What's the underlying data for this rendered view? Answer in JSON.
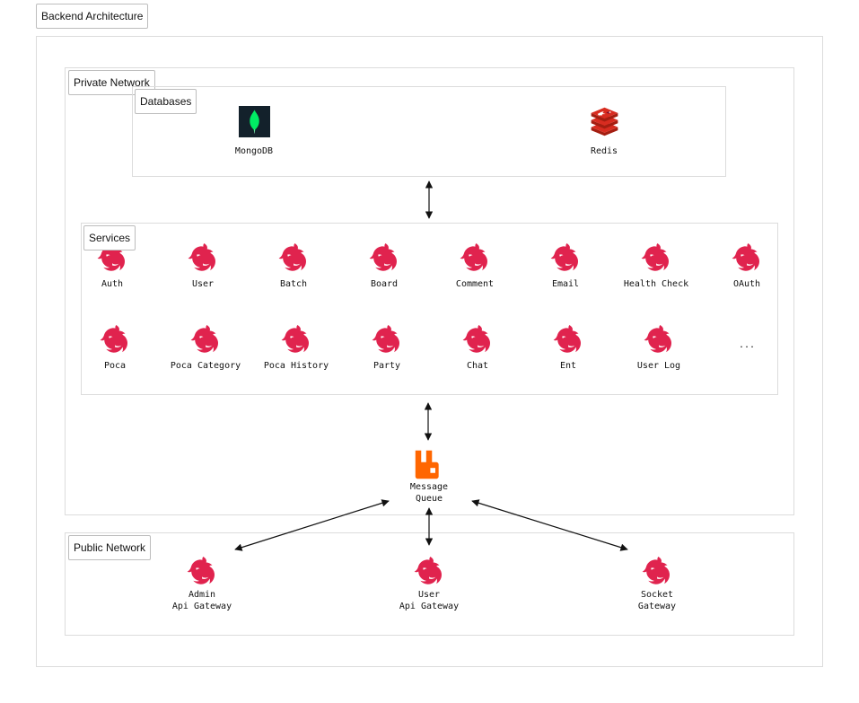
{
  "diagram": {
    "title": "Backend Architecture",
    "groups": {
      "private_network": "Private Network",
      "databases": "Databases",
      "services": "Services",
      "public_network": "Public Network"
    },
    "databases": [
      {
        "label": "MongoDB",
        "icon": "mongodb-icon"
      },
      {
        "label": "Redis",
        "icon": "redis-icon"
      }
    ],
    "services_row1": [
      "Auth",
      "User",
      "Batch",
      "Board",
      "Comment",
      "Email",
      "Health Check",
      "OAuth"
    ],
    "services_row2": [
      "Poca",
      "Poca Category",
      "Poca History",
      "Party",
      "Chat",
      "Ent",
      "User Log",
      "..."
    ],
    "message_queue": {
      "label": "Message\nQueue",
      "icon": "rabbitmq-icon"
    },
    "gateways": [
      {
        "label": "Admin\nApi Gateway",
        "icon": "nestjs-icon"
      },
      {
        "label": "User\nApi Gateway",
        "icon": "nestjs-icon"
      },
      {
        "label": "Socket\nGateway",
        "icon": "nestjs-icon"
      }
    ],
    "colors": {
      "nestjs": "#e0234e",
      "rabbitmq": "#ff6600",
      "mongodb_bg": "#13212b",
      "mongodb_leaf": "#00ed64",
      "redis": "#c6302b",
      "border": "#dcdcdc"
    }
  }
}
